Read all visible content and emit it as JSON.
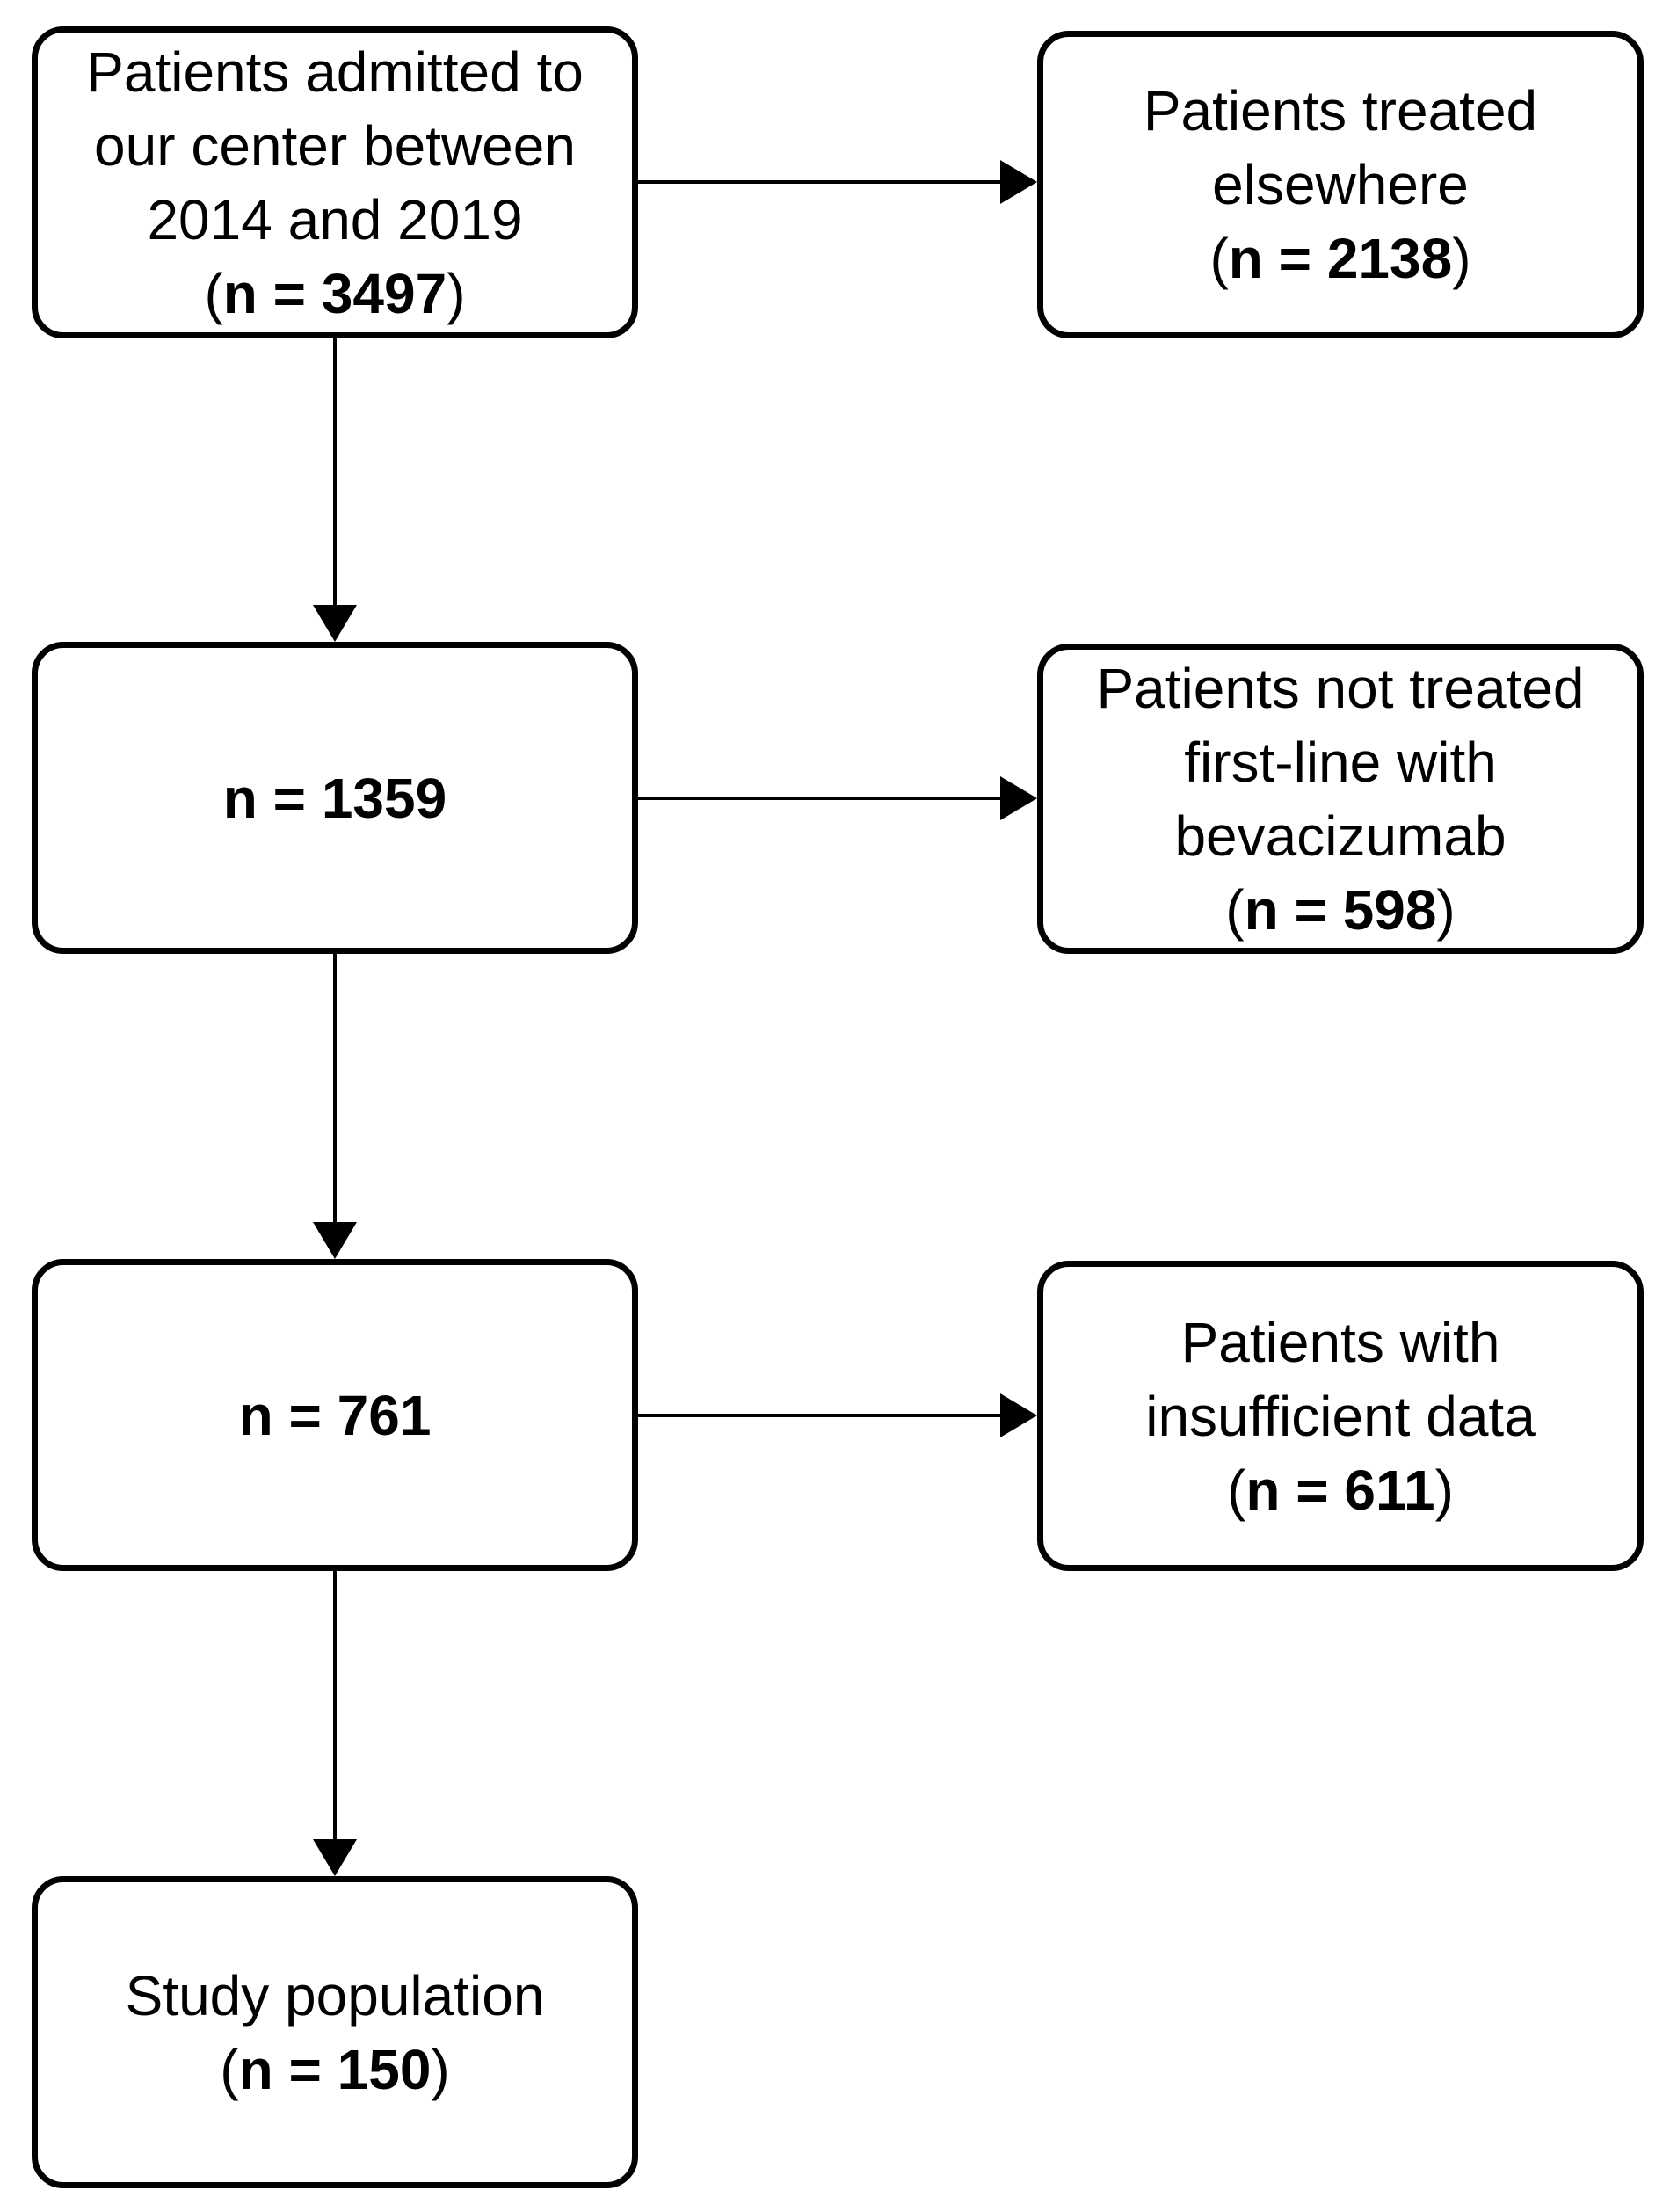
{
  "flow": {
    "admitted": {
      "lines": [
        "Patients admitted to",
        "our center between",
        "2014 and 2019"
      ],
      "count": "n = 3497"
    },
    "treated_elsewhere": {
      "lines": [
        "Patients treated",
        "elsewhere"
      ],
      "count": "n = 2138"
    },
    "after_first_exclusion": {
      "count": "n = 1359"
    },
    "not_bevacizumab": {
      "lines": [
        "Patients not treated",
        "first-line with",
        "bevacizumab"
      ],
      "count": "n = 598"
    },
    "after_second_exclusion": {
      "count": "n = 761"
    },
    "insufficient_data": {
      "lines": [
        "Patients with",
        "insufficient data"
      ],
      "count": "n = 611"
    },
    "study_population": {
      "lines": [
        "Study population"
      ],
      "count": "n = 150"
    }
  }
}
